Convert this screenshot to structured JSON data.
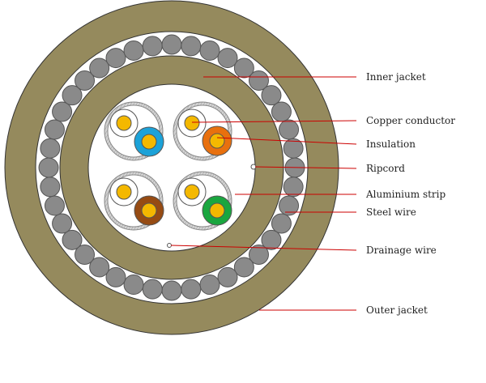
{
  "labels": {
    "inner_jacket": "Inner jacket",
    "copper_conductor": "Copper conductor",
    "insulation": "Insulation",
    "ripcord": "Ripcord",
    "aluminium_strip": "Aluminium strip",
    "steel_wire": "Steel wire",
    "drainage_wire": "Drainage wire",
    "outer_jacket": "Outer jacket"
  },
  "colors": {
    "jacket": "#958a5d",
    "steel_wire": "#8a8a8a",
    "copper": "#f4b800",
    "pair_blue": "#1ca2d8",
    "pair_orange": "#e8700e",
    "pair_brown": "#964b13",
    "pair_green": "#1aa63f",
    "leader_line": "#cc0000"
  }
}
